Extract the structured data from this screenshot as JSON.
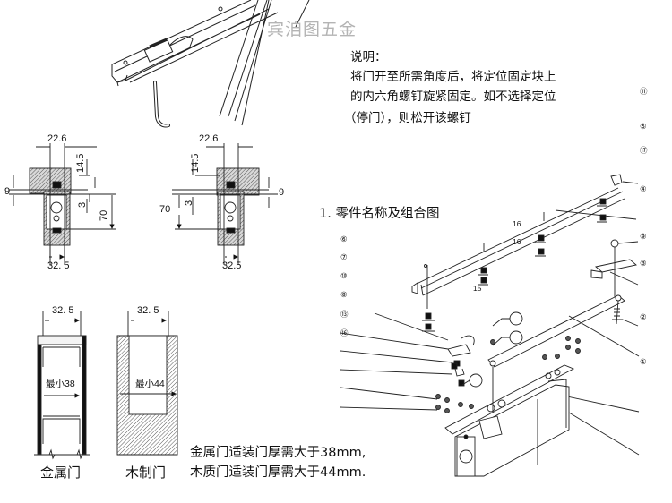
{
  "watermark": "宾洎图五金",
  "description": {
    "title": "说明：",
    "lines": [
      "将门开至所需角度后，将定位固定块上",
      "的内六角螺钉旋紧固定。如不选择定位",
      "（停门），则松开该螺钉"
    ]
  },
  "section_title": "1. 零件名称及组合图",
  "left_mount": {
    "dims": {
      "top_width": "22.6",
      "offset_top": "14.5",
      "gap": "9",
      "small": "3",
      "height": "70",
      "bottom_width": "32. 5"
    }
  },
  "right_mount": {
    "dims": {
      "top_width": "22.6",
      "offset_top": "14.5",
      "gap": "9",
      "small": "3",
      "height": "70",
      "bottom_width": "32.5"
    }
  },
  "door_sections": [
    {
      "label": "金属门",
      "top_dim": "32. 5",
      "min_label": "最小38"
    },
    {
      "label": "木制门",
      "top_dim": "32. 5",
      "min_label": "最小44"
    }
  ],
  "requirements": [
    "金属门适装门厚需大于38mm,",
    "木质门适装门厚需大于44mm."
  ],
  "part_callouts_left": [
    "⑥",
    "⑦",
    "⑩",
    "⑧",
    "⑬",
    "⑯"
  ],
  "part_callouts_right": [
    "⑪",
    "⑤",
    "⑰",
    "④",
    "⑨",
    "③",
    "②",
    "①"
  ],
  "rail_labels": [
    "16",
    "16",
    "15"
  ],
  "colors": {
    "line": "#222222",
    "hatch_fill": "#888888",
    "watermark": "#b4b4b4"
  }
}
